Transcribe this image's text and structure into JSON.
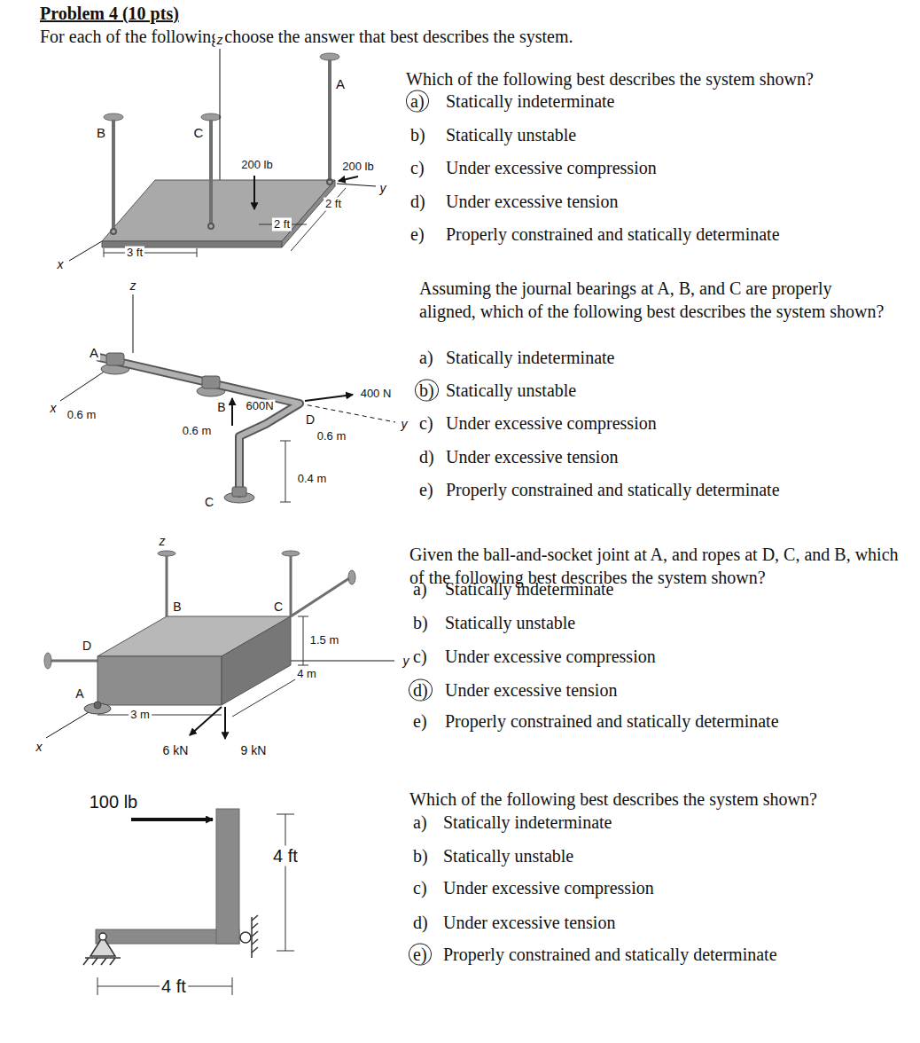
{
  "diagram": {
    "title": "Problem 4 (10 pts)",
    "labels": [
      "For each of the following choose the answer that best describes the system.",
      "z",
      "A",
      "B",
      "C",
      "200 lb",
      "200 lb",
      "2 ft",
      "2 ft",
      "3 ft",
      "x",
      "y",
      "Which of the following best describes the system shown?",
      "a)",
      "Statically indeterminate",
      "b)",
      "Statically unstable",
      "c)",
      "Under excessive compression",
      "d)",
      "Under excessive tension",
      "e)",
      "Properly constrained and statically determinate",
      "z",
      "A",
      "x",
      "0.6 m",
      "0.6 m",
      "B",
      "600N",
      "D",
      "0.6 m",
      "400 N",
      "y",
      "0.4 m",
      "C",
      "Assuming the journal bearings at A, B, and C are properly aligned, which of the following best describes the system shown?",
      "a)",
      "Statically indeterminate",
      "b)",
      "Statically unstable",
      "c)",
      "Under excessive compression",
      "d)",
      "Under excessive tension",
      "e)",
      "Properly constrained and statically determinate",
      "z",
      "B",
      "C",
      "D",
      "A",
      "1.5 m",
      "4 m",
      "3 m",
      "x",
      "y",
      "6 kN",
      "9 kN",
      "Given the ball-and-socket joint at A, and ropes at D, C, and B, which of the following best describes the system shown?",
      "a)",
      "Statically indeterminate",
      "b)",
      "Statically unstable",
      "c)",
      "Under excessive compression",
      "d)",
      "Under excessive tension",
      "e)",
      "Properly constrained and statically determinate",
      "100 lb",
      "4 ft",
      "4 ft",
      "Which of the following best describes the system shown?",
      "a)",
      "Statically indeterminate",
      "b)",
      "Statically unstable",
      "c)",
      "Under excessive compression",
      "d)",
      "Under excessive tension",
      "e)",
      "Properly constrained and statically determinate"
    ]
  }
}
